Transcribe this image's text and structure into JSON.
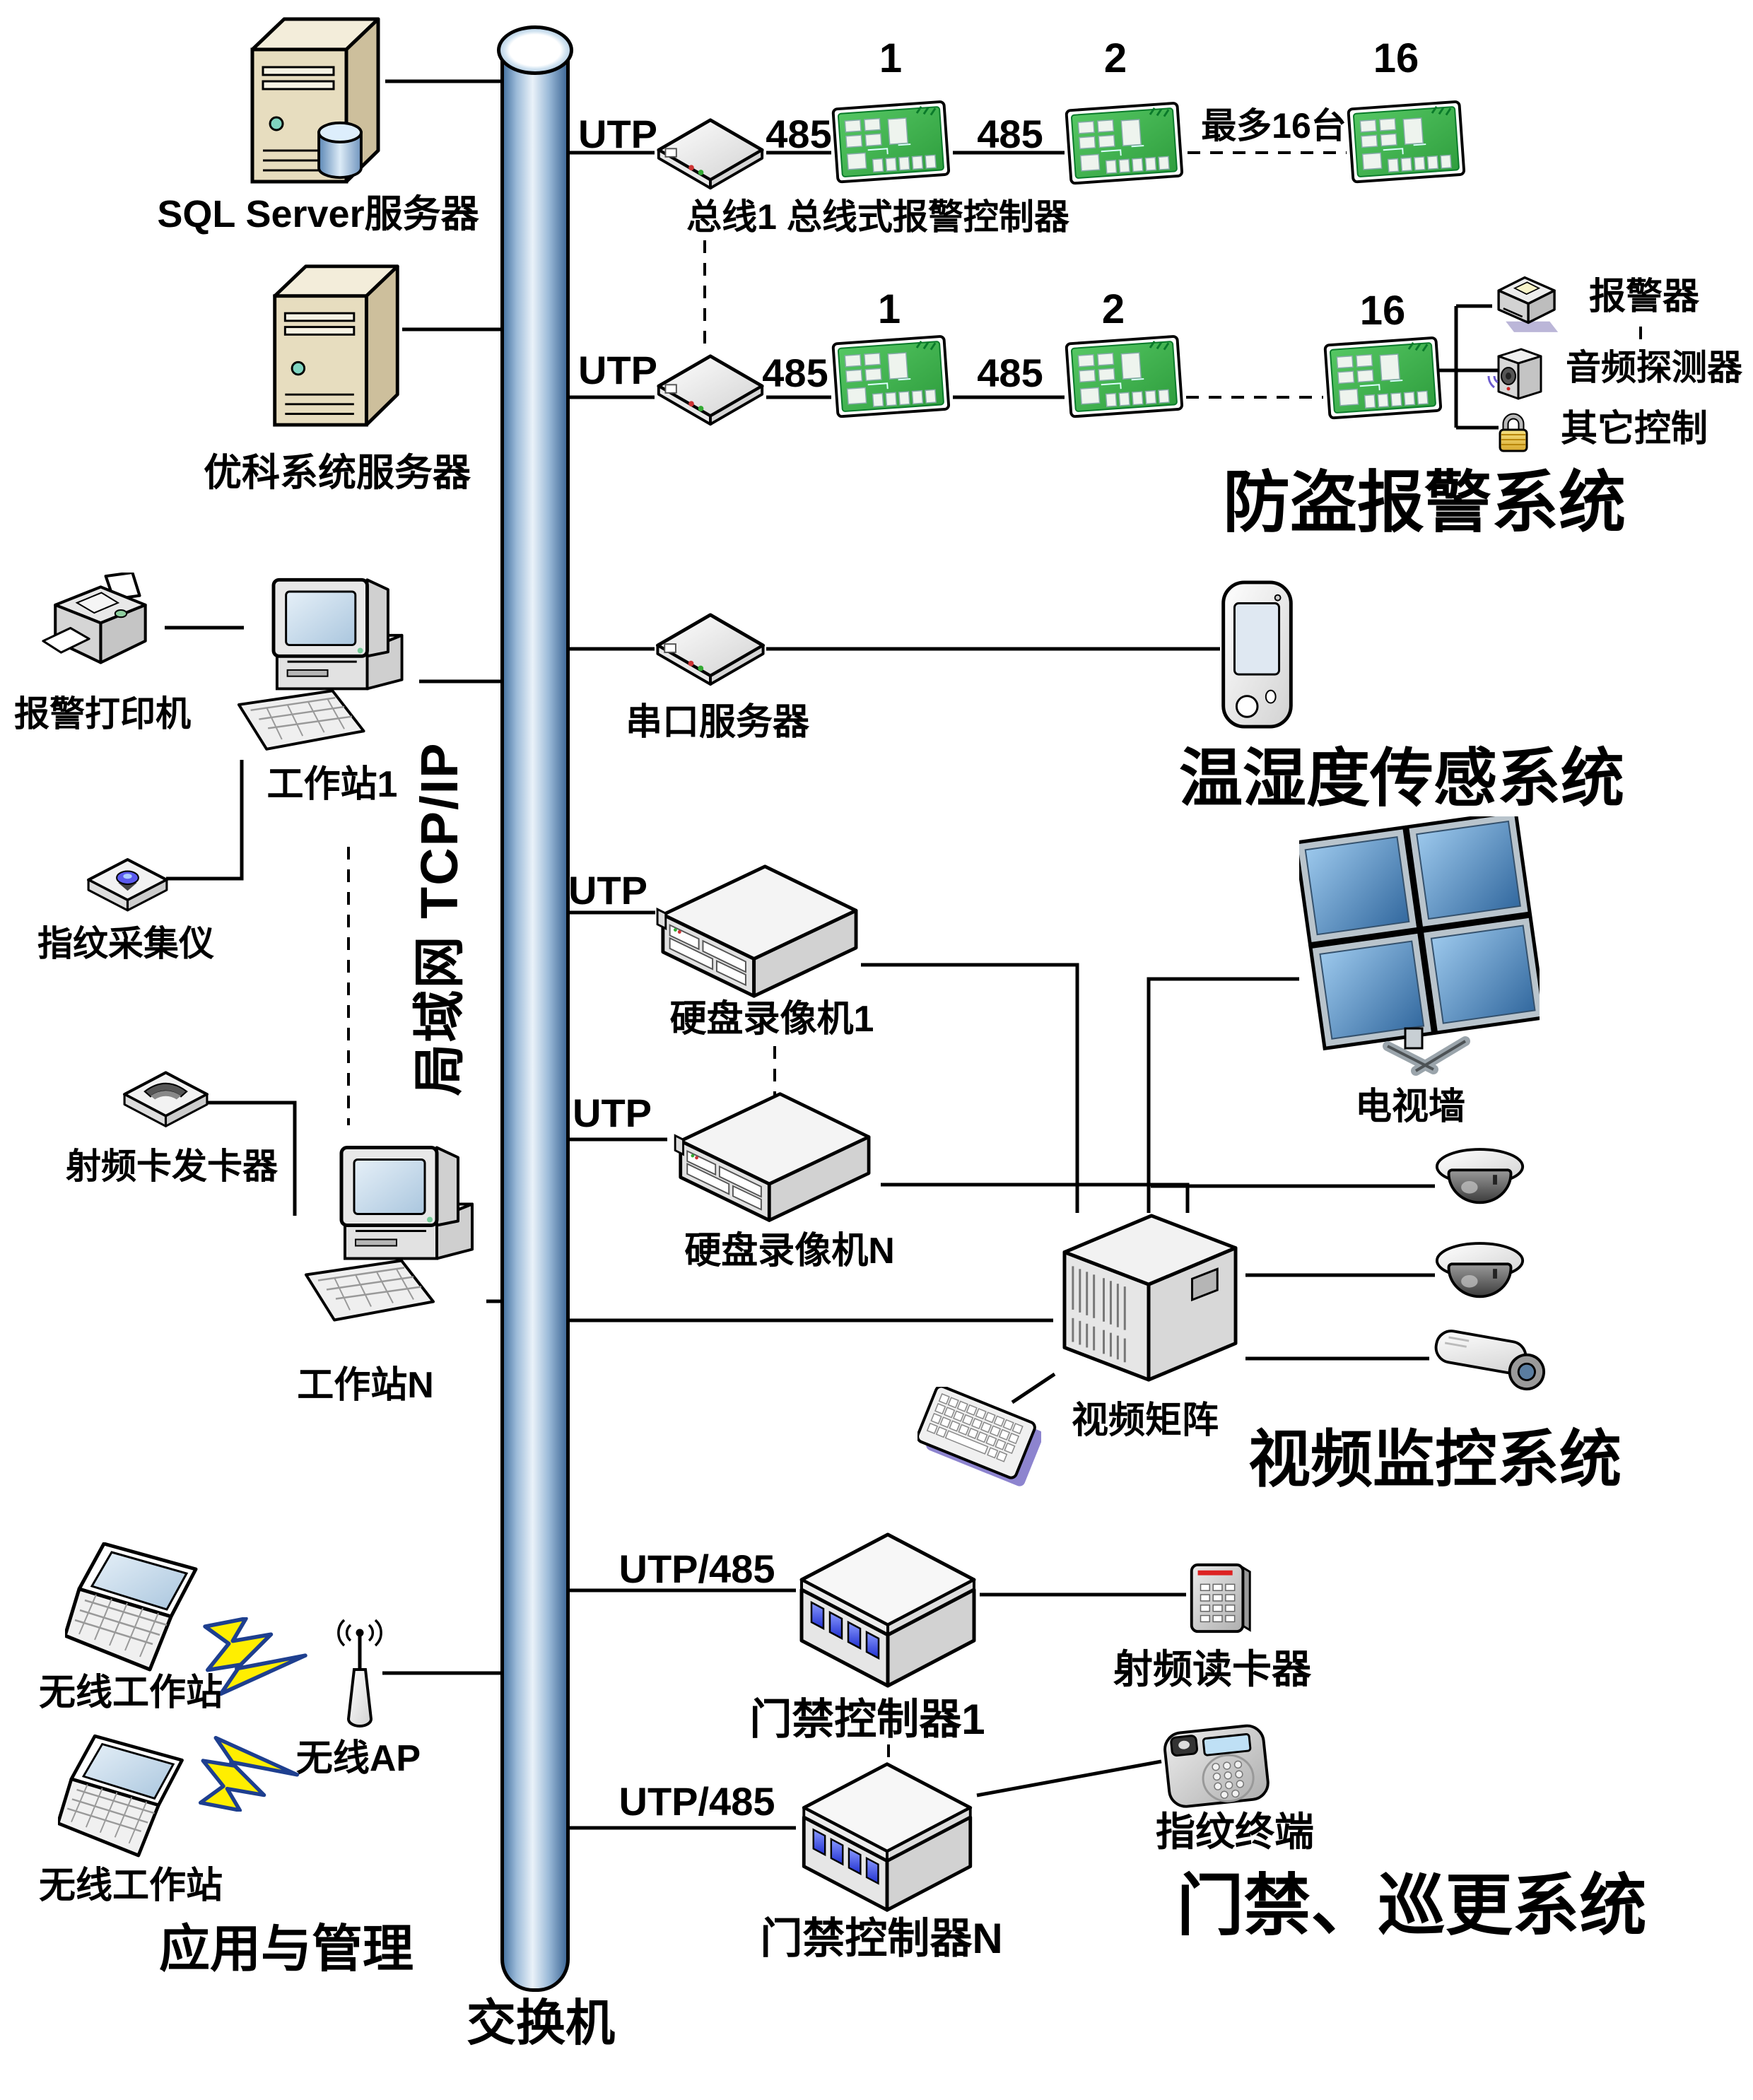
{
  "backbone": {
    "lan_label": "局域网 TCP/IP",
    "switch_label": "交换机",
    "utp": "UTP",
    "utp485": "UTP/485",
    "b485": "485"
  },
  "servers": {
    "sql_label": "SQL Server服务器",
    "youke_label": "优科系统服务器"
  },
  "left": {
    "alarm_printer": "报警打印机",
    "ws1": "工作站1",
    "fp_collector": "指纹采集仪",
    "card_issuer": "射频卡发卡器",
    "wsN": "工作站N",
    "wireless_ws": "无线工作站",
    "wireless_ap": "无线AP",
    "apps_mgmt": "应用与管理"
  },
  "alarm": {
    "bus1_controller": "总线1 总线式报警控制器",
    "max16": "最多16台",
    "num1": "1",
    "num2": "2",
    "num16": "16",
    "alarm_bell": "报警器",
    "audio_detector": "音频探测器",
    "other_control": "其它控制",
    "title": "防盗报警系统"
  },
  "temp": {
    "serial_server": "串口服务器",
    "title": "温湿度传感系统"
  },
  "video": {
    "dvr1": "硬盘录像机1",
    "dvrN": "硬盘录像机N",
    "tv_wall": "电视墙",
    "matrix": "视频矩阵",
    "title": "视频监控系统"
  },
  "access": {
    "controller1": "门禁控制器1",
    "controllerN": "门禁控制器N",
    "card_reader": "射频读卡器",
    "fp_terminal": "指纹终端",
    "title": "门禁、巡更系统"
  },
  "colors": {
    "pipe_blue": "#7ba7cc",
    "board_green": "#3fae49",
    "screen_blue": "#4a8ccb",
    "led_blue": "#2b3bdd",
    "lock_gold": "#e8c83c",
    "bolt_yellow": "#ffee00"
  }
}
